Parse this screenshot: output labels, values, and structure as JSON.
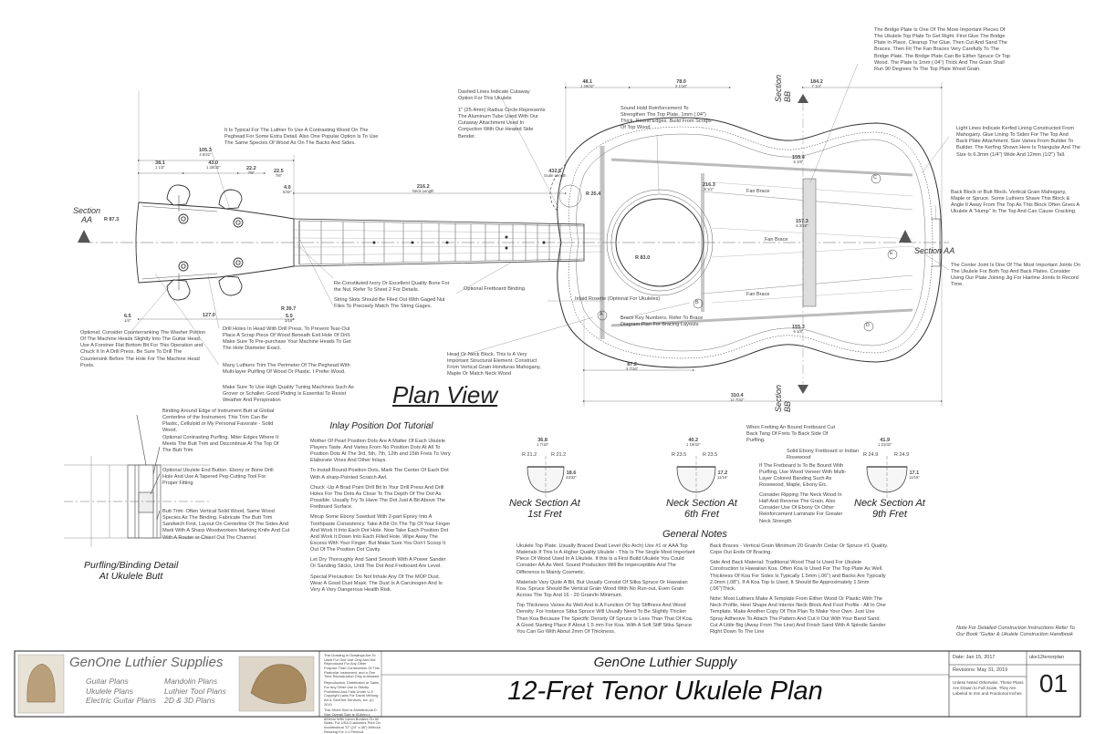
{
  "plan_title": "Plan View",
  "sections": {
    "aa_left": "Section\nAA",
    "aa_right": "Section AA",
    "bb_top": "Section\nBB",
    "bb_bottom": "Section\nBB"
  },
  "dimensions": [
    {
      "id": "d105",
      "v": "105.3",
      "i": "4 5/32\""
    },
    {
      "id": "d38",
      "v": "38.1",
      "i": "1 1/2\""
    },
    {
      "id": "d43",
      "v": "43.0",
      "i": "1 25/32\""
    },
    {
      "id": "d22",
      "v": "22.2",
      "i": "7/8\""
    },
    {
      "id": "d225",
      "v": "22.5",
      "i": "7/8\""
    },
    {
      "id": "d40",
      "v": "4.0",
      "i": "5/32\""
    },
    {
      "id": "d216",
      "v": "216.2",
      "i": "8 1/2\""
    },
    {
      "id": "d4325",
      "v": "432.5",
      "i": "17 1/32\""
    },
    {
      "id": "d481",
      "v": "48.1",
      "i": "1 29/32\""
    },
    {
      "id": "d780",
      "v": "78.0",
      "i": "3 1/16\""
    },
    {
      "id": "d1842",
      "v": "184.2",
      "i": "7 1/4\""
    },
    {
      "id": "d1554",
      "v": "155.4",
      "i": "6 1/8\""
    },
    {
      "id": "d2163",
      "v": "216.3",
      "i": "8 1/2\""
    },
    {
      "id": "d1573",
      "v": "157.3",
      "i": "6 3/16\""
    },
    {
      "id": "d1553",
      "v": "155.3",
      "i": "6 1/8\""
    },
    {
      "id": "d872",
      "v": "87.2",
      "i": "3 7/16\""
    },
    {
      "id": "d3104",
      "v": "310.4",
      "i": "12 7/32\""
    },
    {
      "id": "d1270",
      "v": "127.0",
      "i": "5\""
    },
    {
      "id": "d65",
      "v": "6.5",
      "i": "1/4\""
    },
    {
      "id": "d50",
      "v": "5.0",
      "i": "3/16\""
    },
    {
      "id": "dR873",
      "v": "R 87.3",
      "i": ""
    },
    {
      "id": "dR254",
      "v": "R 25.4",
      "i": ""
    },
    {
      "id": "dR830",
      "v": "R 83.0",
      "i": ""
    },
    {
      "id": "dR397",
      "v": "R 39.7",
      "i": ""
    }
  ],
  "notes": {
    "headstock": "It Is Typical For The Luthier To Use A Contrasting Wood On The Peghead For Some Extra Detail. Also One Popular Option Is To Use The Same Species Of Wood As On The Backs And Sides.",
    "cutaway": "Dashed Lines Indicate Cutaway Option For This Ukulele",
    "radius": "1\" (25.4mm) Radius Circle Represents The Aluminum Tube Used With Our Cutaway Attachment Used In Conjuction With Our Heated Side Bender.",
    "soundhole": "Sound Hold Reinforcement To Strengthen The Top Plate. 1mm (.04\") Thick, Round Edges. Build From Scraps Of Top Wood",
    "bridgeplate": "The Bridge Plate Is One Of The More Important Pieces Of The Ukulele Top Plate To Get Right. First Glue The Bridge Plate In Place, Cleanup The Glue, Then Cut And Sand The Braces. Then Fit The Fan Braces Very Carefully To The Bridge Plate. The Bridge Plate Can Be Either Spruce Or Top Wood. The Plate Is 1mm (.04\") Thick And The Grain Shall Run 90 Degrees To The Top Plate Wood Grain.",
    "kerfed": "Light Lines Indicate Kerfed Lining Constructed From Mahogany. Glue Lining To Sides For The Top And Back Plate Attachment. Size Varies From Builder To Builder. The Kerfing Shown Here Is Triangular And The Size Is 6.3mm (1/4\") Wide And 12mm (1/2\") Tall.",
    "backblock": "Back Block or Butt Block. Vertical Grain Mahogany, Maple or Spruce. Some Luthiers Shave This Block & Angle It Away From The Top As This Block Often Gives A Ukulele A \"Hump\" In The Top And Can Cause Cracking.",
    "centerjoint": "The Center Joint Is One Of The Most Important Joints On The Ukulele For Both Top And Back Plates. Consider Using Our Plate Joining Jig For Hairline Joints In Record Time.",
    "nut": "Re-Constituted Ivory Or Excellent Quality Bone For the Nut. Refer To Sheet 2 For Details.",
    "slots": "String Slots Should Be Filed Out With Gaged Nut Files To Precisely Match The String Gages.",
    "fretbinding": "Optional Fretboard Binding.",
    "rosette": "Inlaid Rosette (Optional For Ukuleles)",
    "bracekey": "Brace Key Numbers. Refer To Brace Diagram Plan For Bracing Layouts",
    "neckblock": "Head Or Neck Block. This Is A Very Important Structural Element. Construct From Vertical Grain Honduras Mahogany, Maple Or Match Neck Wood",
    "counterank": "Optional: Consider Counterranking The Washer Portion Of The Machine Heads Slightly Into The Guitar Head. Use A Forstner Flat Bottom Bit For This Operation and Chuck It In A Drill Press. Be Sure To Drill The Countersink Before The Hole For The Machine Head Posts.",
    "drillholes": "Drill Holes In Head With Drill Press. To Prevent Tear-Out Place A Scrap Piece Of Wood Beneath Exit Hole Of Drill. Make Sure To Pre-purchase Your Machine Heads To Get The Hole Diameter Exact.",
    "trim": "Many Luthiers Trim The Perimeter Of The Peghead With Multi-layer Purfling Of Wood Or Plastic. I Prefer Wood.",
    "tuners": "Make Sure To Use High Quality Tuning Machines Such As Grover or Schaller. Good Plating Is Essential To Resist Weather And Perspiration",
    "binding": "Binding Around Edge of Instrument Butt at Global Centerline of the Instrument. This Trim Can Be Plastic, Celluloid or My Personal Favorate - Solid Wood.",
    "contrast": "Optional Contrasting Purfling. Miter Edges Where It Meets The Butt Trim and Discontinue At The Top Of The Butt Trim",
    "endbutton": "Optional Ukulele End Button. Ebony or Bone Drill Hole And Use A Tapered Peg-Cutting Tool For Proper Fitting",
    "butttrim": "Butt Trim: Often Vertical Solid Wood, Same Wood Species As The Binding. Fabricate The Butt Trim Sandwich First, Layout On Centerline Of The Sides And Mark With A Sharp Woodworkers Marking Knife And Cut With A Router or Chisel Out The Channel.",
    "fretting": "When Fretting An Bound Fretboard Cut Back Tang Of Frets To Back Side Of Purfling.",
    "ebony": "Solid Ebony Fretboard or Indian Rosewood",
    "veneer": "If The Fretboard Is To Be Bound With Purfling, Use Wood Veneer With Multi-Layer Colored Banding Such As Rosewood, Maple, Ebony Etc.",
    "rip": "Consider Ripping The Neck Wood In Half And Reverse The Grain. Also Consider Use Of Ebony Or Other Reinforcement Laminate For Greater Neck Strength",
    "detailed": "Note For Detailed Construction Instructions Refer To Our Book \"Guitar & Ukulele Construction Handbook"
  },
  "purfling_detail_title": "Purfling/Binding Detail\nAt Ukulele Butt",
  "inlay": {
    "title": "Inlay Position Dot Tutorial",
    "paragraphs": [
      "Mother Of Pearl Position Dots Are A Matter Of Each Ukulele Players Taste. And Varies From No Position Dots At All To Position Dots At The 3rd, 5th, 7th, 12th and 15th Frets To Very Elaborate Vines And Other Inlays.",
      "To Install Round Position Dots, Mark The Center Of Each Dot With A sharp-Pointed Scratch Awl.",
      "Chuck -Up A Brad Point Drill Bit In Your Drill Press And Drill Holes For The Dots As Close To The Depth Of The Dot As Possible. Usually Try To Have The Dot Just A Bit Above The Fretboard Surface.",
      "Mixup Some Ebony Sawdust With 2-part Epoxy Into A Toothpaste Consistency. Take A Bit On The Tip Of Your Finger And Work It Into Each Dot Hole. Now Take Each Position Dot And Work It Down Into Each Filled Hole. Wipe Away The Excess With Your Finger. But Make Sure You Don't Scoop It Out Of The Position Dot Cavity.",
      "Let Dry Thoroughly And Sand Smooth With A Power Sander Or Sanding Sticks, Until The Dot And Fretboard Are Level.",
      "Special Precaution: Do Not Inhale Any Of The MOP Dust. Wear A Good Dust Mask. The Dust Is A Carcinogen And Is Very A Very Dangerous Health Risk."
    ]
  },
  "necks": [
    {
      "title": "Neck Section At\n1st Fret",
      "w": "36.8",
      "wi": "1 7/16\"",
      "r1": "R 21.2",
      "r2": "R 21.2",
      "h": "18.6",
      "hi": "23/32\""
    },
    {
      "title": "Neck Section At\n6th Fret",
      "w": "40.2",
      "wi": "1 19/32\"",
      "r1": "R 23.5",
      "r2": "R 23.5",
      "h": "17.2",
      "hi": "11/16\""
    },
    {
      "title": "Neck Section At\n9th Fret",
      "w": "41.9",
      "wi": "1 21/32\"",
      "r1": "R 24.9",
      "r2": "R 24.9",
      "h": "17.1",
      "hi": "11/16\""
    }
  ],
  "general": {
    "title": "General Notes",
    "left": [
      "Ukulele Top Plate. Usually Braced Dead Level (No Arch) Use #1 or AAA Top Materials If This Is A Higher Quality Ukulele - This Is The Single Most Important Piece Of Wood Used In A Ukulele. If this is a First Build Ukulele You Could Consider AA As Well. Sound Production Will Be Imperceptible And The Difference is Mainly Cosmetic.",
      "Materials Vary Quite A Bit, But Usually Consist Of Sitka Spruce Or Hawaiian Koa. Spruce Should Be Vertical Grain Wood With No Run-out, Even Grain Across The Top And 16 - 20 Grain/In Minimum.",
      "Top Thickness Varies As Well And Is A Function Of Top Stiffness And Wood Density. For Instance Sitka Spruce Will Usually Need To Be Slightly Thicker Than Koa Because The Specific Density Of Spruce Is Less Than That Of Koa. A Good Starting Place If About 1.5 mm For Koa. With A Soft Stiff Sitka Spruce You Can Go With About 2mm Of Thickness."
    ],
    "right": [
      "Back Braces - Vertical Grain Minimum 20 Grain/In Cedar Or Spruce #1 Quality. Cope Out Ends Of Bracing.",
      "Side And Back Material: Traditional Wood That Is Used For Ukulele Construction Is Hawaiian Koa. Often Koa Is Used For The Top Plate As Well. Thickness Of Koa For Sides Is Typically 1.5mm (.06\") and Backs Are Typically 2.0mm (.08\"). If A Koa Top Is Used, It Should Be Approximately 1.5mm (.06\")Thick.",
      "Note: Most Luthiers Make A Template From Either Wood Or Plastic With The Neck Profile, Heel Shape And Interior Neck Block And Foot Profile - All In One Template. Make Another Copy Of This Plan To Make Your Own. Just Use Spray Adhesive To Attach The Pattern And Cut It Out With Your Band Sand. Cut A Little Big (Away From The Line) And Finish Sand With A Spindle Sander Right Down To The Line"
    ]
  },
  "labels": {
    "fan_brace": "Fan Brace",
    "neck_length": "Neck Length",
    "scale_length": "Scale Length",
    "keys": [
      "A",
      "B",
      "C",
      "D",
      "E"
    ]
  },
  "title_block": {
    "company": "GenOne Luthier Supplies",
    "products_left": [
      "Guitar Plans",
      "Ukulele Plans",
      "Electric Guitar Plans"
    ],
    "products_right": [
      "Mandolin Plans",
      "Luthier Tool Plans",
      "2D & 3D Plans"
    ],
    "copyright": [
      "This Drawing or Drawings Are To Used For One Use Only And Not Reproduced For Any Other Purpose Than Construction Of This Particular Instrument, and a One Time Reproduction Only is Allowed.",
      "Reproduction, Distribution or Sales For Any Other Use Is Strictly Prohibited And Falls Under U.S Copyright Laws For David Verburg Art & GenOne Services, Inc. (c) 2019",
      "This Sheet Size Is Architectural D Size Overall Size is 914mm x 609mm With 14mm Borders On All Sides. For USA Customers Print On Architectural \"D\" (24\" x 36\") Without Resizing For 1:1 Printout."
    ],
    "supply": "GenOne Luthier Supply",
    "plan_name": "12-Fret Tenor Ukulele Plan",
    "date": "Date: Jan 15, 2017",
    "revisions": "Revisions: May 31, 2019",
    "filename": "uke12tenorplan",
    "units_note": "Unless Noted Otherwise, These Plans Are Drawn to Full Scale. They Are Labeled In mm and Fractional Inches",
    "sheet": "01"
  }
}
